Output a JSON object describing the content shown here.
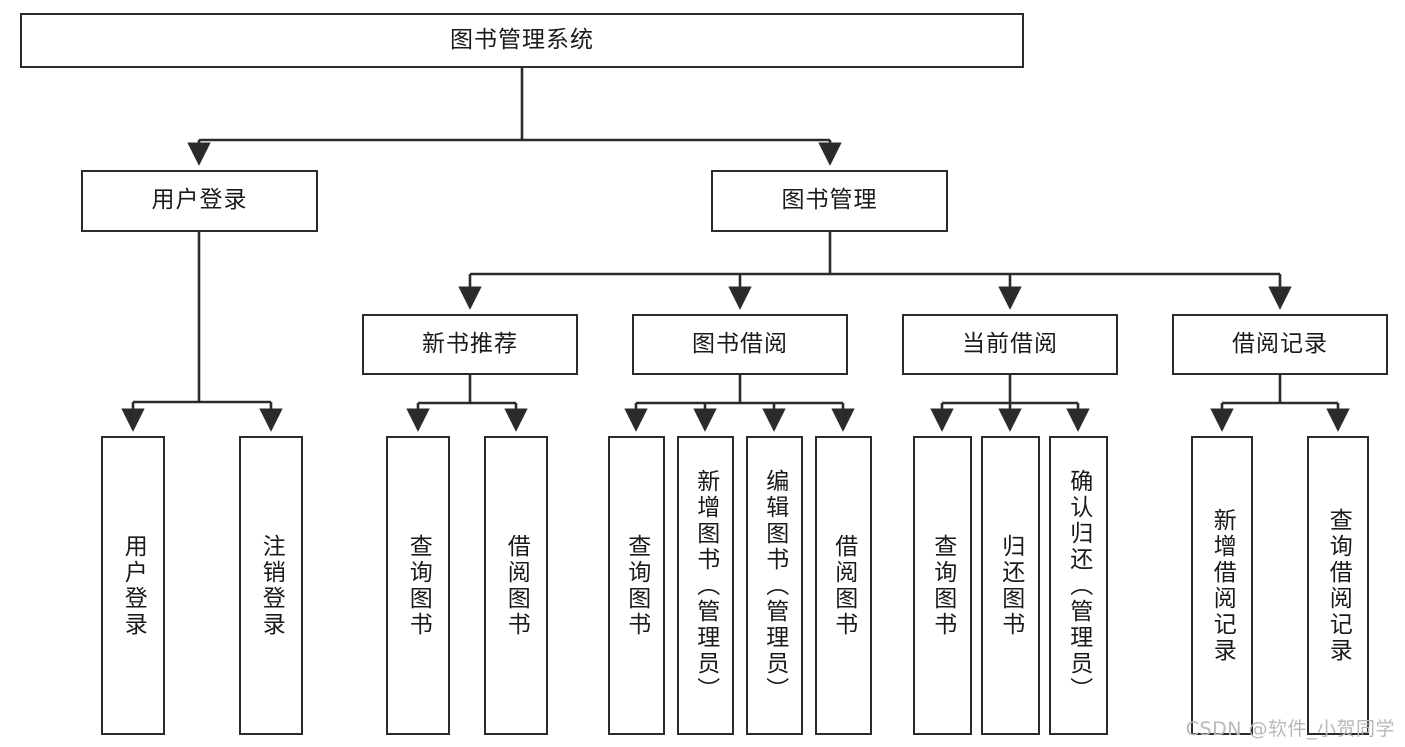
{
  "diagram": {
    "type": "tree",
    "title": "图书管理系统",
    "watermark": "CSDN @软件_小贺同学",
    "colors": {
      "stroke": "#2b2b2b",
      "fill": "#ffffff",
      "text": "#1a1a1a",
      "watermark": "#b9b9b9"
    },
    "levels": {
      "root": {
        "label": "图书管理系统"
      },
      "level1": [
        {
          "id": "user-login",
          "label": "用户登录"
        },
        {
          "id": "book-manage",
          "label": "图书管理"
        }
      ],
      "level2": [
        {
          "id": "new-book-rec",
          "label": "新书推荐",
          "parent": "book-manage"
        },
        {
          "id": "book-borrow",
          "label": "图书借阅",
          "parent": "book-manage"
        },
        {
          "id": "current-borrow",
          "label": "当前借阅",
          "parent": "book-manage"
        },
        {
          "id": "borrow-record",
          "label": "借阅记录",
          "parent": "book-manage"
        }
      ],
      "leaves": [
        {
          "id": "leaf-user-login",
          "label": "用户登录",
          "parent": "user-login"
        },
        {
          "id": "leaf-user-logout",
          "label": "注销登录",
          "parent": "user-login"
        },
        {
          "id": "leaf-query-book-1",
          "label": "查询图书",
          "parent": "new-book-rec"
        },
        {
          "id": "leaf-borrow-book-1",
          "label": "借阅图书",
          "parent": "new-book-rec"
        },
        {
          "id": "leaf-query-book-2",
          "label": "查询图书",
          "parent": "book-borrow"
        },
        {
          "id": "leaf-add-book",
          "label": "新增图书（管理员）",
          "parent": "book-borrow"
        },
        {
          "id": "leaf-edit-book",
          "label": "编辑图书（管理员）",
          "parent": "book-borrow"
        },
        {
          "id": "leaf-borrow-book-2",
          "label": "借阅图书",
          "parent": "book-borrow"
        },
        {
          "id": "leaf-query-book-3",
          "label": "查询图书",
          "parent": "current-borrow"
        },
        {
          "id": "leaf-return-book",
          "label": "归还图书",
          "parent": "current-borrow"
        },
        {
          "id": "leaf-confirm-return",
          "label": "确认归还（管理员）",
          "parent": "current-borrow"
        },
        {
          "id": "leaf-add-record",
          "label": "新增借阅记录",
          "parent": "borrow-record"
        },
        {
          "id": "leaf-query-record",
          "label": "查询借阅记录",
          "parent": "borrow-record"
        }
      ]
    }
  }
}
